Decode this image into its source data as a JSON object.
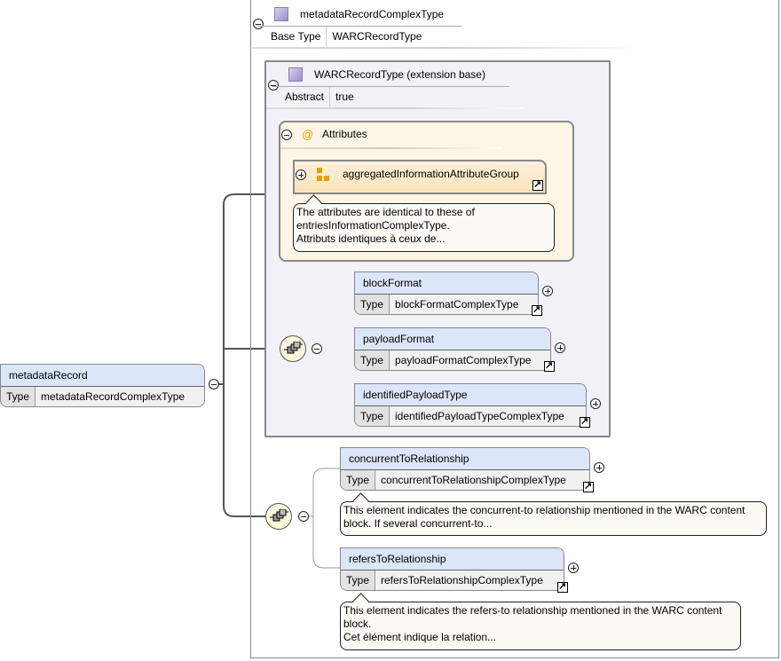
{
  "complex_type": {
    "name": "metadataRecordComplexType",
    "base_type_label": "Base Type",
    "base_type_value": "WARCRecordType"
  },
  "extension_base": {
    "name": "WARCRecordType (extension base)",
    "abstract_label": "Abstract",
    "abstract_value": "true"
  },
  "attributes": {
    "title": "Attributes",
    "group_name": "aggregatedInformationAttributeGroup",
    "note": [
      "The attributes are identical to these of",
      "entriesInformationComplexType.",
      "Attributs identiques à ceux de..."
    ]
  },
  "sequence1": [
    {
      "name": "blockFormat",
      "type_label": "Type",
      "type": "blockFormatComplexType"
    },
    {
      "name": "payloadFormat",
      "type_label": "Type",
      "type": "payloadFormatComplexType"
    },
    {
      "name": "identifiedPayloadType",
      "type_label": "Type",
      "type": "identifiedPayloadTypeComplexType"
    }
  ],
  "sequence2": [
    {
      "name": "concurrentToRelationship",
      "type_label": "Type",
      "type": "concurrentToRelationshipComplexType",
      "note": [
        "This element indicates the concurrent-to relationship mentioned in the WARC content",
        "block. If several concurrent-to..."
      ]
    },
    {
      "name": "refersToRelationship",
      "type_label": "Type",
      "type": "refersToRelationshipComplexType",
      "note": [
        "This element indicates the refers-to relationship mentioned in the WARC content",
        "block.",
        "Cet élément indique la relation..."
      ]
    }
  ],
  "root": {
    "name": "metadataRecord",
    "type_label": "Type",
    "type": "metadataRecordComplexType"
  }
}
